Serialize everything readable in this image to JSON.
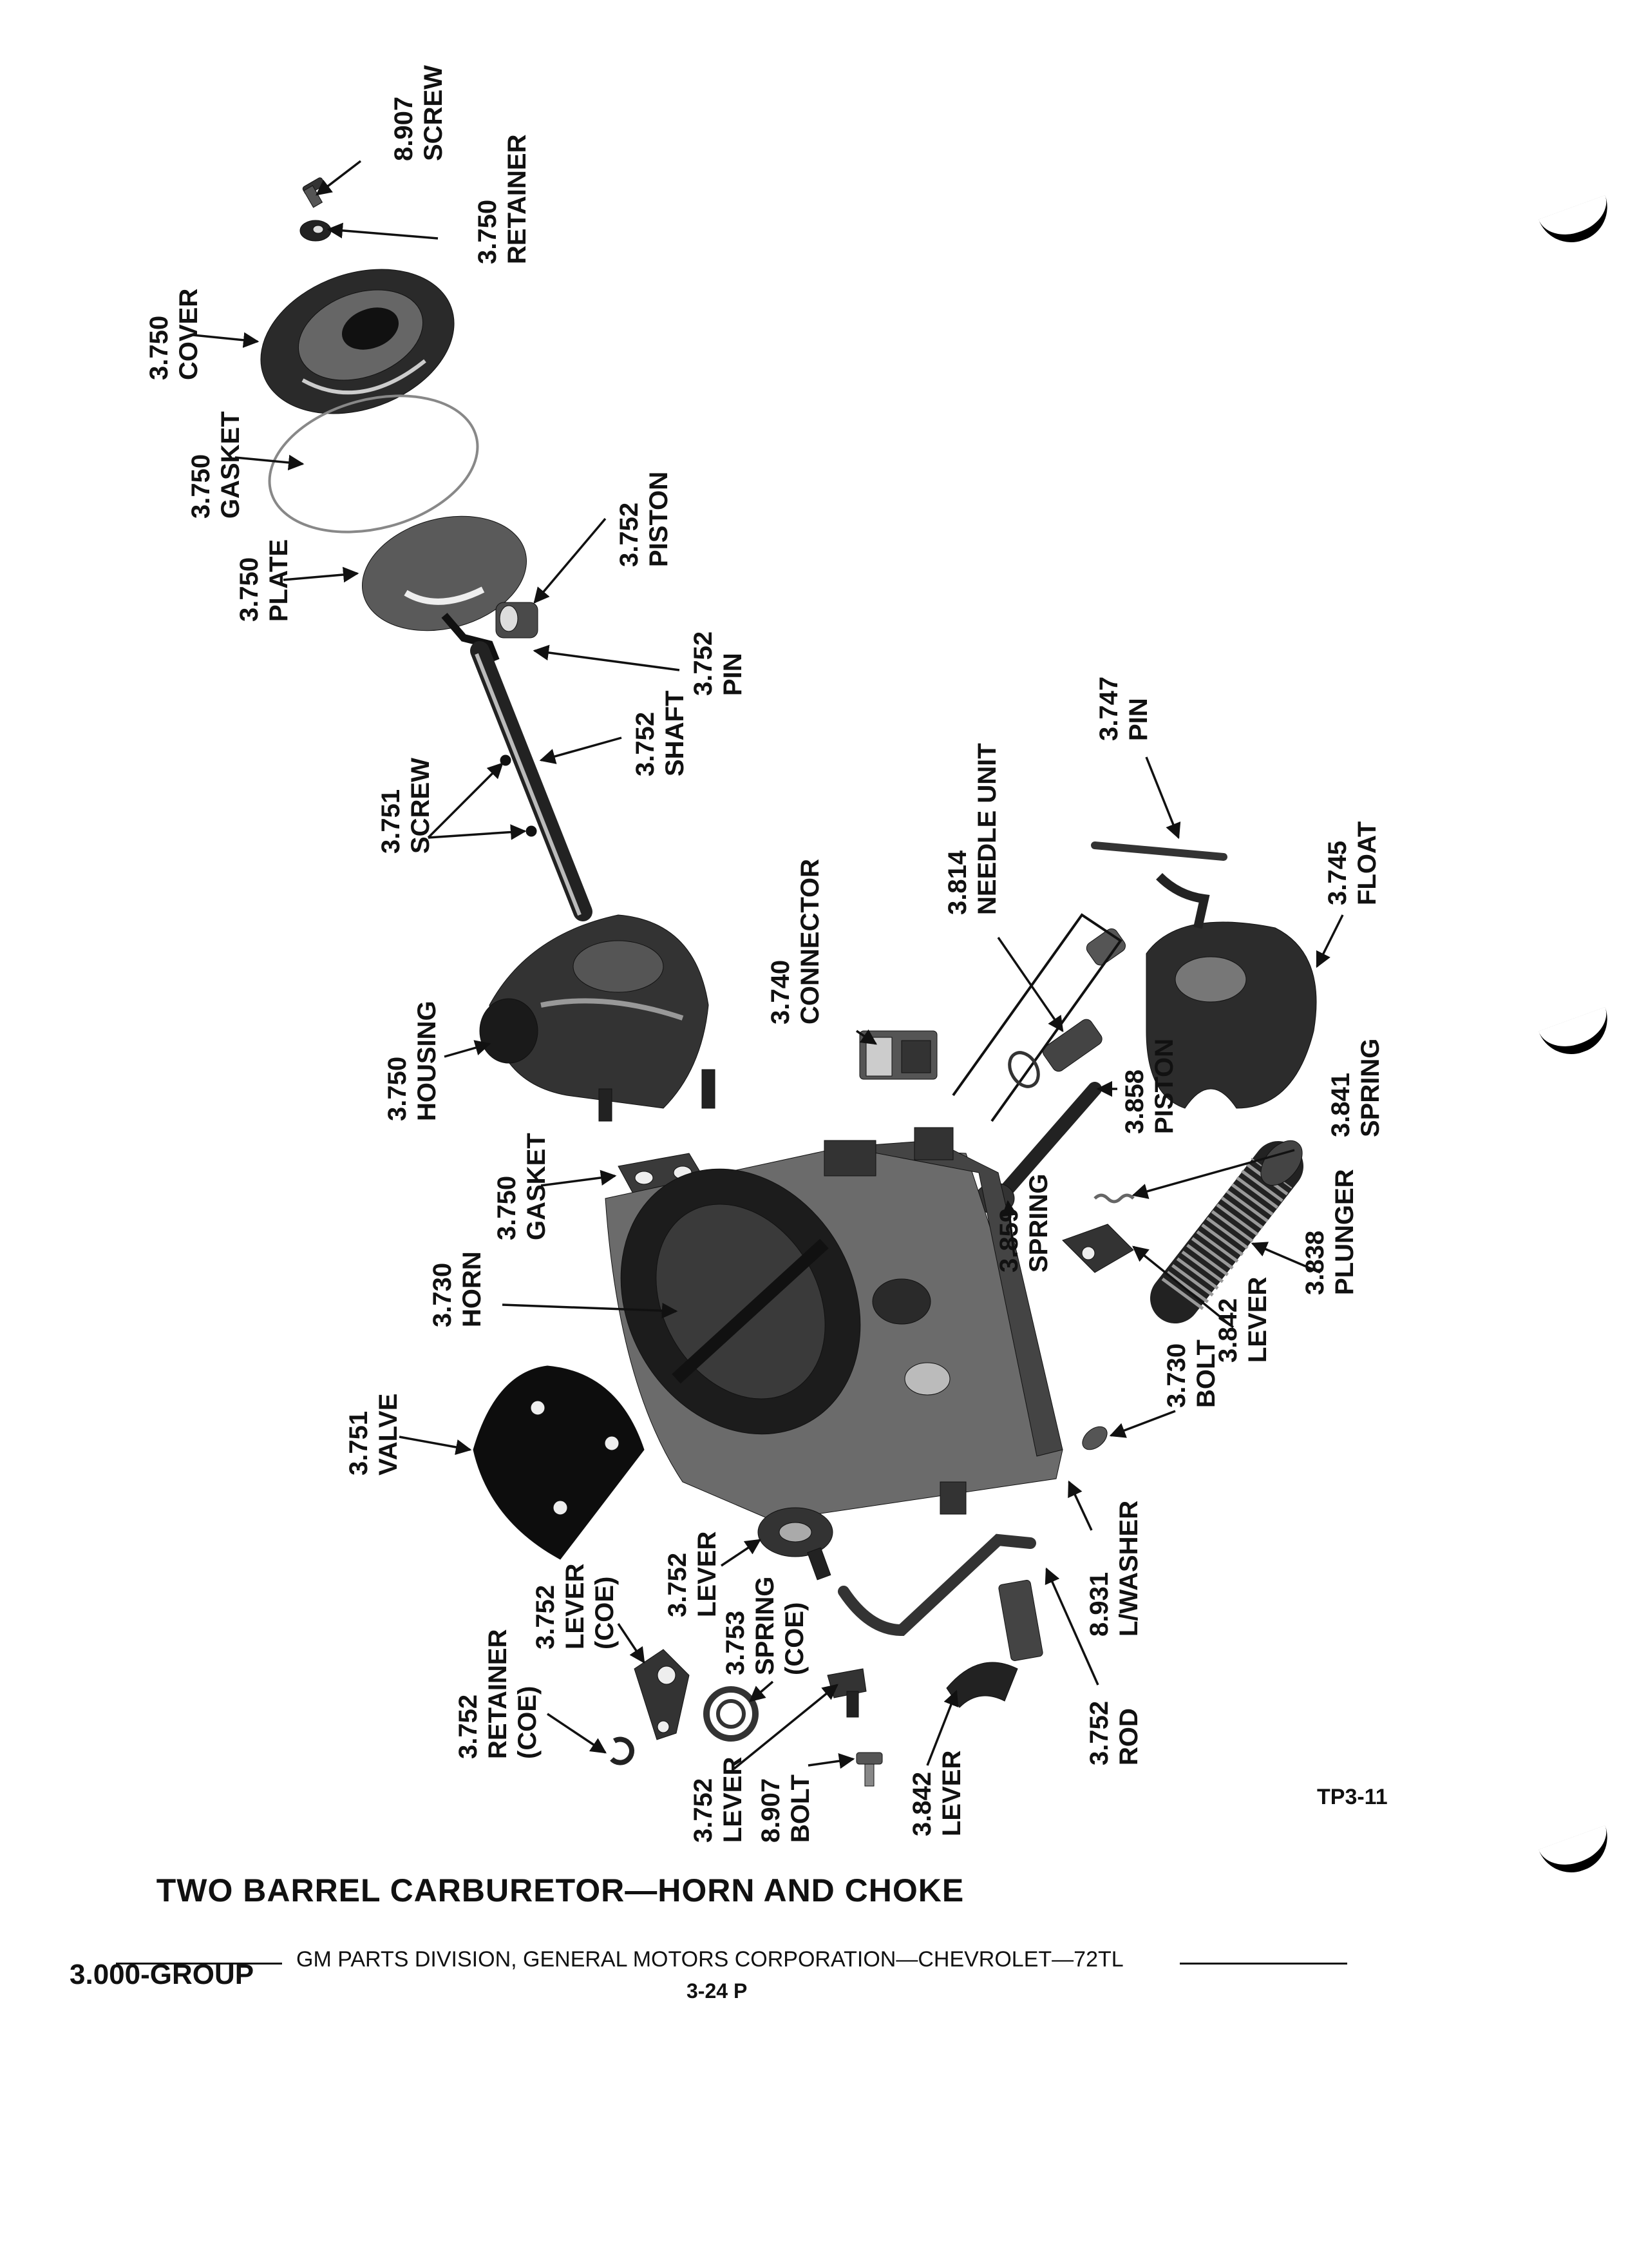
{
  "diagram": {
    "labels": [
      {
        "id": "screw-8907-top",
        "num": "8.907",
        "name": "SCREW"
      },
      {
        "id": "retainer-3750",
        "num": "3.750",
        "name": "RETAINER"
      },
      {
        "id": "cover-3750",
        "num": "3.750",
        "name": "COVER"
      },
      {
        "id": "gasket-3750-top",
        "num": "3.750",
        "name": "GASKET"
      },
      {
        "id": "piston-3752",
        "num": "3.752",
        "name": "PISTON"
      },
      {
        "id": "plate-3750",
        "num": "3.750",
        "name": "PLATE"
      },
      {
        "id": "pin-3752",
        "num": "3.752",
        "name": "PIN"
      },
      {
        "id": "shaft-3752",
        "num": "3.752",
        "name": "SHAFT"
      },
      {
        "id": "screw-3751",
        "num": "3.751",
        "name": "SCREW"
      },
      {
        "id": "pin-3747",
        "num": "3.747",
        "name": "PIN"
      },
      {
        "id": "needle-unit-3814",
        "num": "3.814",
        "name": "NEEDLE UNIT"
      },
      {
        "id": "float-3745",
        "num": "3.745",
        "name": "FLOAT"
      },
      {
        "id": "connector-3740",
        "num": "3.740",
        "name": "CONNECTOR"
      },
      {
        "id": "housing-3750",
        "num": "3.750",
        "name": "HOUSING"
      },
      {
        "id": "piston-3858",
        "num": "3.858",
        "name": "PISTON"
      },
      {
        "id": "spring-3841",
        "num": "3.841",
        "name": "SPRING"
      },
      {
        "id": "gasket-3750-mid",
        "num": "3.750",
        "name": "GASKET"
      },
      {
        "id": "spring-3859",
        "num": "3.859",
        "name": "SPRING"
      },
      {
        "id": "plunger-3838",
        "num": "3.838",
        "name": "PLUNGER"
      },
      {
        "id": "horn-3730",
        "num": "3.730",
        "name": "HORN"
      },
      {
        "id": "lever-3842-top",
        "num": "3.842",
        "name": "LEVER"
      },
      {
        "id": "bolt-3730",
        "num": "3.730",
        "name": "BOLT"
      },
      {
        "id": "valve-3751",
        "num": "3.751",
        "name": "VALVE"
      },
      {
        "id": "lwasher-8931",
        "num": "8.931",
        "name": "L/WASHER"
      },
      {
        "id": "lever-3752-main",
        "num": "3.752",
        "name": "LEVER"
      },
      {
        "id": "spring-3753-coe",
        "num": "3.753",
        "name": "SPRING",
        "extra": "(COE)"
      },
      {
        "id": "lever-3752-coe",
        "num": "3.752",
        "name": "LEVER",
        "extra": "(COE)"
      },
      {
        "id": "retainer-3752-coe",
        "num": "3.752",
        "name": "RETAINER",
        "extra": "(COE)"
      },
      {
        "id": "rod-3752",
        "num": "3.752",
        "name": "ROD"
      },
      {
        "id": "lever-3752-bottom",
        "num": "3.752",
        "name": "LEVER"
      },
      {
        "id": "bolt-8907",
        "num": "8.907",
        "name": "BOLT"
      },
      {
        "id": "lever-3842-bottom",
        "num": "3.842",
        "name": "LEVER"
      }
    ],
    "reference": "TP3-11"
  },
  "caption": "TWO BARREL CARBURETOR—HORN AND CHOKE",
  "footer": {
    "division": "GM PARTS DIVISION, GENERAL MOTORS CORPORATION—CHEVROLET—72TL",
    "group": "3.000-GROUP",
    "page": "3-24 P"
  }
}
